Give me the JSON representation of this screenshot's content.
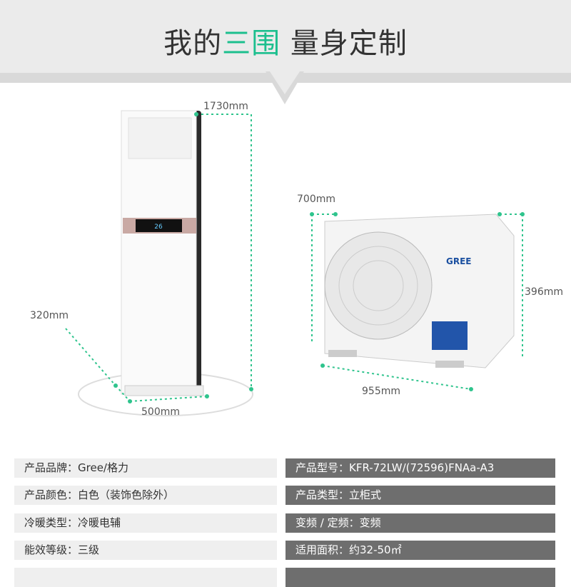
{
  "header": {
    "title_a": "我的",
    "title_b": "三围",
    "title_c": " 量身定制"
  },
  "dimensions": {
    "indoor_height": "1730mm",
    "indoor_depth": "320mm",
    "indoor_width": "500mm",
    "outdoor_width_top": "700mm",
    "outdoor_height": "396mm",
    "outdoor_width": "955mm"
  },
  "outdoor_brand": "GREE",
  "indoor_display": "26",
  "colors": {
    "accent": "#1cbf8e",
    "dim_line": "#2fc48d"
  },
  "specs_left": [
    "产品品牌：Gree/格力",
    "产品颜色：白色（装饰色除外）",
    "冷暖类型：冷暖电辅",
    "能效等级：三级"
  ],
  "specs_right": [
    "产品型号：KFR-72LW/(72596)FNAa-A3",
    "产品类型：立柜式",
    "变频 / 定频：变频",
    "适用面积：约32-50㎡"
  ]
}
